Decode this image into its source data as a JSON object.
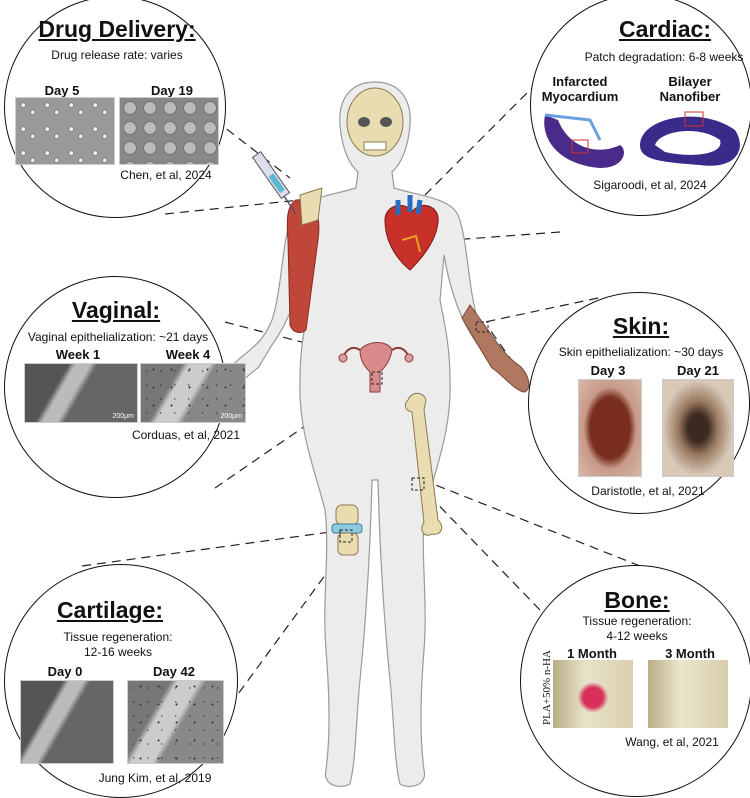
{
  "panels": {
    "drug_delivery": {
      "title": "Drug Delivery:",
      "subtitle": "Drug release rate: varies",
      "labels": [
        "Day 5",
        "Day 19"
      ],
      "citation": "Chen, et al, 2024"
    },
    "cardiac": {
      "title": "Cardiac:",
      "subtitle": "Patch degradation: 6-8 weeks",
      "labels": [
        "Infarcted Myocardium",
        "Bilayer Nanofiber"
      ],
      "citation": "Sigaroodi, et al, 2024"
    },
    "vaginal": {
      "title": "Vaginal:",
      "subtitle": "Vaginal epithelialization: ~21 days",
      "labels": [
        "Week 1",
        "Week 4"
      ],
      "scale_bar": "200μm",
      "citation": "Corduas, et al, 2021"
    },
    "skin": {
      "title": "Skin:",
      "subtitle": "Skin epithelialization: ~30 days",
      "labels": [
        "Day 3",
        "Day 21"
      ],
      "citation": "Daristotle, et al, 2021"
    },
    "cartilage": {
      "title": "Cartilage",
      "title_suffix": ":",
      "subtitle": [
        "Tissue regeneration:",
        "12-16 weeks"
      ],
      "labels": [
        "Day 0",
        "Day 42"
      ],
      "citation": "Jung Kim, et al, 2019"
    },
    "bone": {
      "title": "Bone:",
      "subtitle": [
        "Tissue regeneration:",
        "4-12 weeks"
      ],
      "labels": [
        "1 Month",
        "3 Month"
      ],
      "side_label": "PLA+50% n-HA",
      "citation": "Wang, et al, 2021"
    }
  },
  "colors": {
    "body": "#ececec",
    "outline": "#9a9a9a",
    "muscle": "#c0463a",
    "bone": "#e9dcb0",
    "skin": "#b07860",
    "uterus": "#d98a8a",
    "heart": "#c8302a",
    "vessel": "#2a6cc0"
  }
}
